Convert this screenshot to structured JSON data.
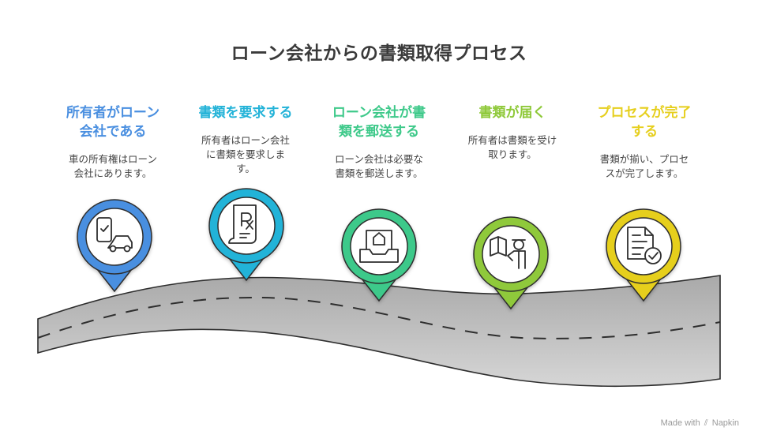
{
  "title": "ローン会社からの書類取得プロセス",
  "steps": [
    {
      "title": "所有者がローン\n会社である",
      "description": "車の所有権はローン\n会社にあります。",
      "color": "#4a8fe0",
      "icon": "phone-car-icon"
    },
    {
      "title": "書類を要求する",
      "description": "所有者はローン会社\nに書類を要求しま\nす。",
      "color": "#24b3d8",
      "icon": "prescription-document-icon"
    },
    {
      "title": "ローン会社が書\n類を郵送する",
      "description": "ローン会社は必要な\n書類を郵送します。",
      "color": "#3ec98a",
      "icon": "mail-tray-icon"
    },
    {
      "title": "書類が届く",
      "description": "所有者は書類を受け\n取ります。",
      "color": "#8fc93a",
      "icon": "mail-carrier-icon"
    },
    {
      "title": "プロセスが完了\nする",
      "description": "書類が揃い、プロセ\nスが完了します。",
      "color": "#e6cf1e",
      "icon": "document-check-icon"
    }
  ],
  "footer": {
    "made_with": "Made with",
    "brand": "Napkin"
  }
}
